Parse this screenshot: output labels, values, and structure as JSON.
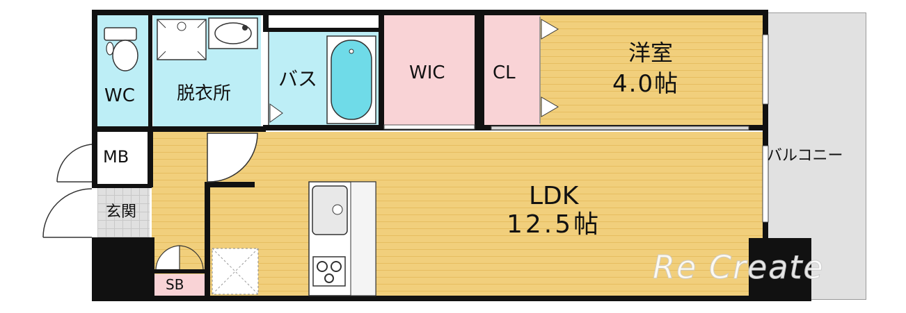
{
  "rooms": {
    "wc": "WC",
    "washroom": "脱衣所",
    "bath": "バス",
    "wic": "WIC",
    "closet": "CL",
    "western_room": "洋室",
    "western_room_size": "4.0帖",
    "meter_box": "MB",
    "entrance": "玄関",
    "shoe_box": "SB",
    "ldk": "LDK",
    "ldk_size": "12.5帖",
    "balcony": "バルコニー"
  },
  "watermark": "Re Create",
  "colors": {
    "wood_floor": "#f1cf7c",
    "wet_area": "#bdeef6",
    "storage": "#f9d3d6",
    "balcony": "#e1e1e1",
    "wall": "#111111"
  }
}
